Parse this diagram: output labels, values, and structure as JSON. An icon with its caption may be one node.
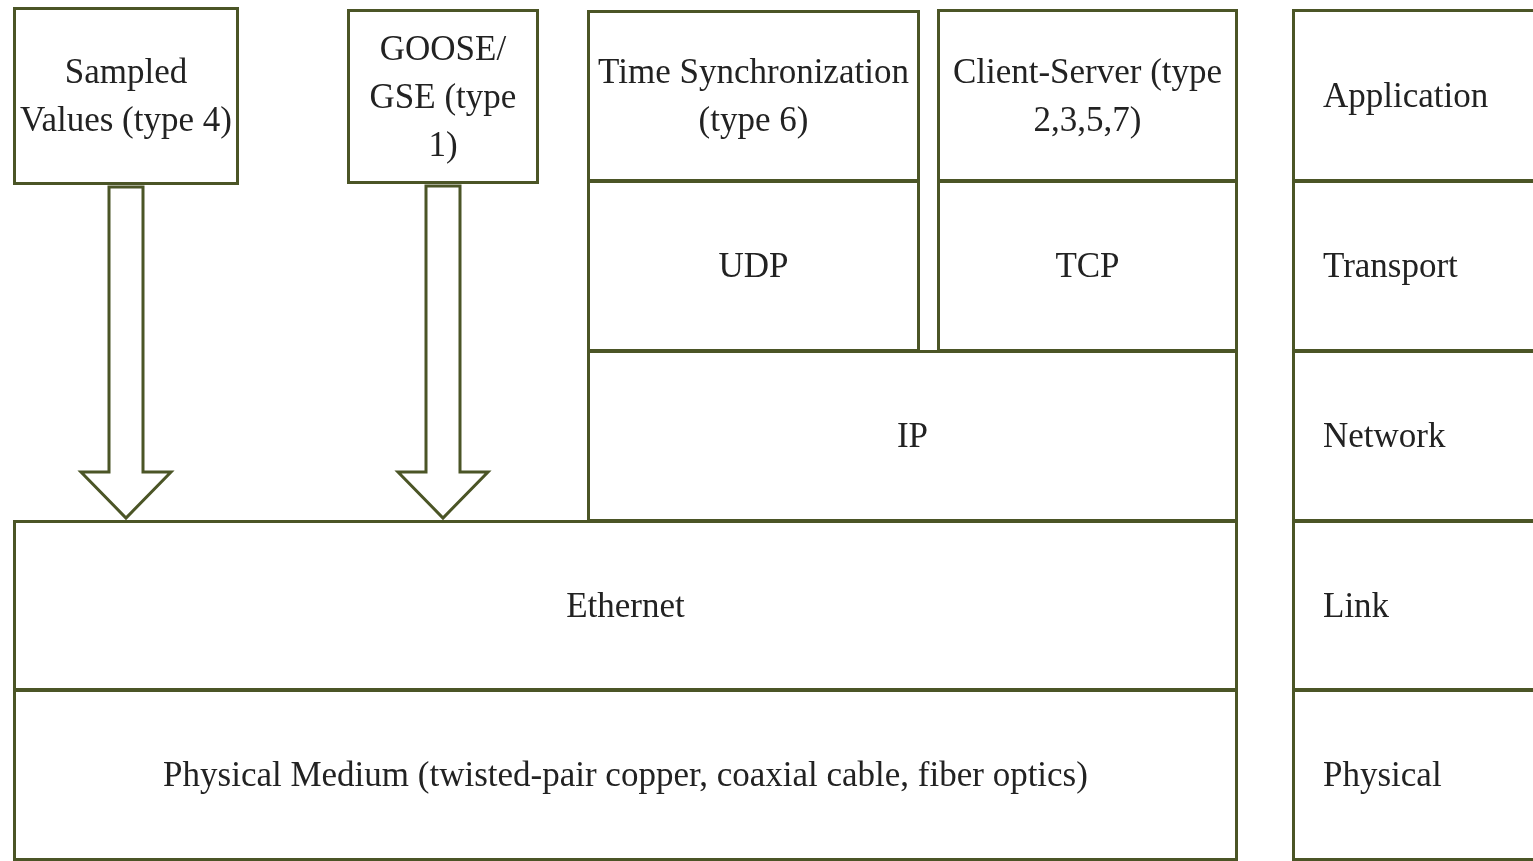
{
  "diagram": {
    "nodes": [
      {
        "text": [
          "Sampled Values (type 4)"
        ]
      },
      {
        "text": [
          "GOOSE/ GSE (type 1)"
        ]
      },
      {
        "text": [
          "Time Synchronization (type 6)"
        ]
      },
      {
        "text": [
          "Client-Server (type 2,3,5,7)"
        ]
      },
      {
        "text": [
          "Application"
        ]
      },
      {
        "text": [
          "UDP"
        ]
      },
      {
        "text": [
          "TCP"
        ]
      },
      {
        "text": [
          "Transport"
        ]
      },
      {
        "text": [
          "IP"
        ]
      },
      {
        "text": [
          "Network"
        ]
      },
      {
        "text": [
          "Ethernet"
        ]
      },
      {
        "text": [
          "Link"
        ]
      },
      {
        "text": [
          "Physical Medium (twisted-pair copper, coaxial cable, fiber optics)"
        ]
      },
      {
        "text": [
          "Physical"
        ]
      }
    ],
    "edges": [
      {
        "from": 0,
        "to": 10,
        "arrow": "to"
      },
      {
        "from": 1,
        "to": 10,
        "arrow": "to"
      }
    ]
  }
}
